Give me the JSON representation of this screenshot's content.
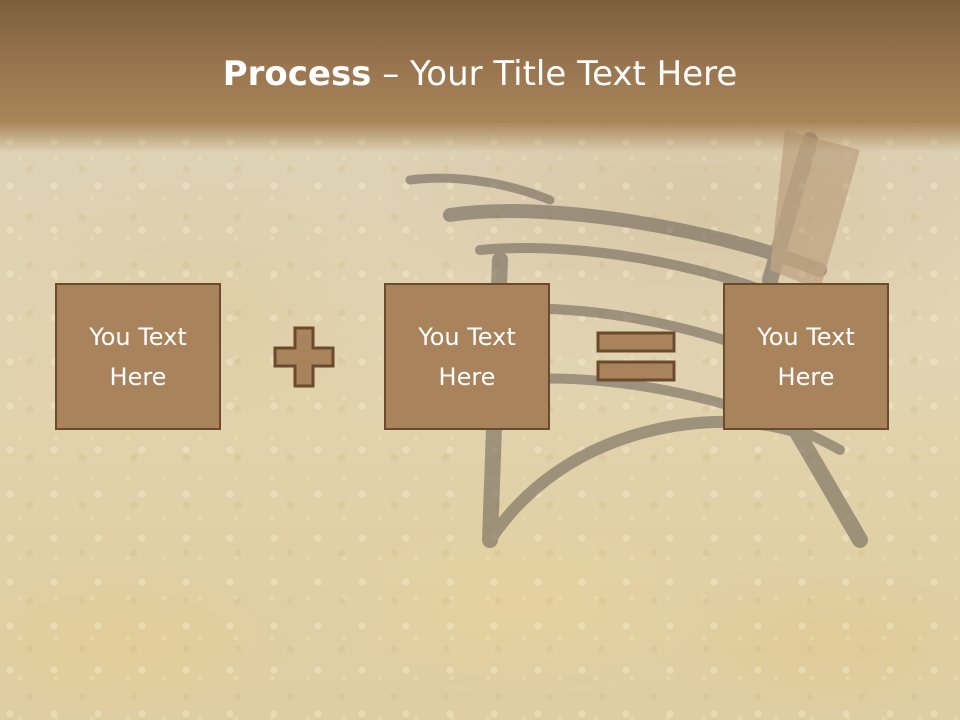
{
  "slide": {
    "title_bold": "Process",
    "title_rest": " – Your Title Text Here"
  },
  "process": {
    "boxes": [
      {
        "text": "You Text\nHere"
      },
      {
        "text": "You Text\nHere"
      },
      {
        "text": "You Text\nHere"
      }
    ],
    "operators": [
      "plus-icon",
      "equals-icon"
    ]
  },
  "colors": {
    "title_band": "#9a7650",
    "box_fill": "#a9835c",
    "box_border": "#6b4b2c",
    "text": "#ffffff"
  }
}
